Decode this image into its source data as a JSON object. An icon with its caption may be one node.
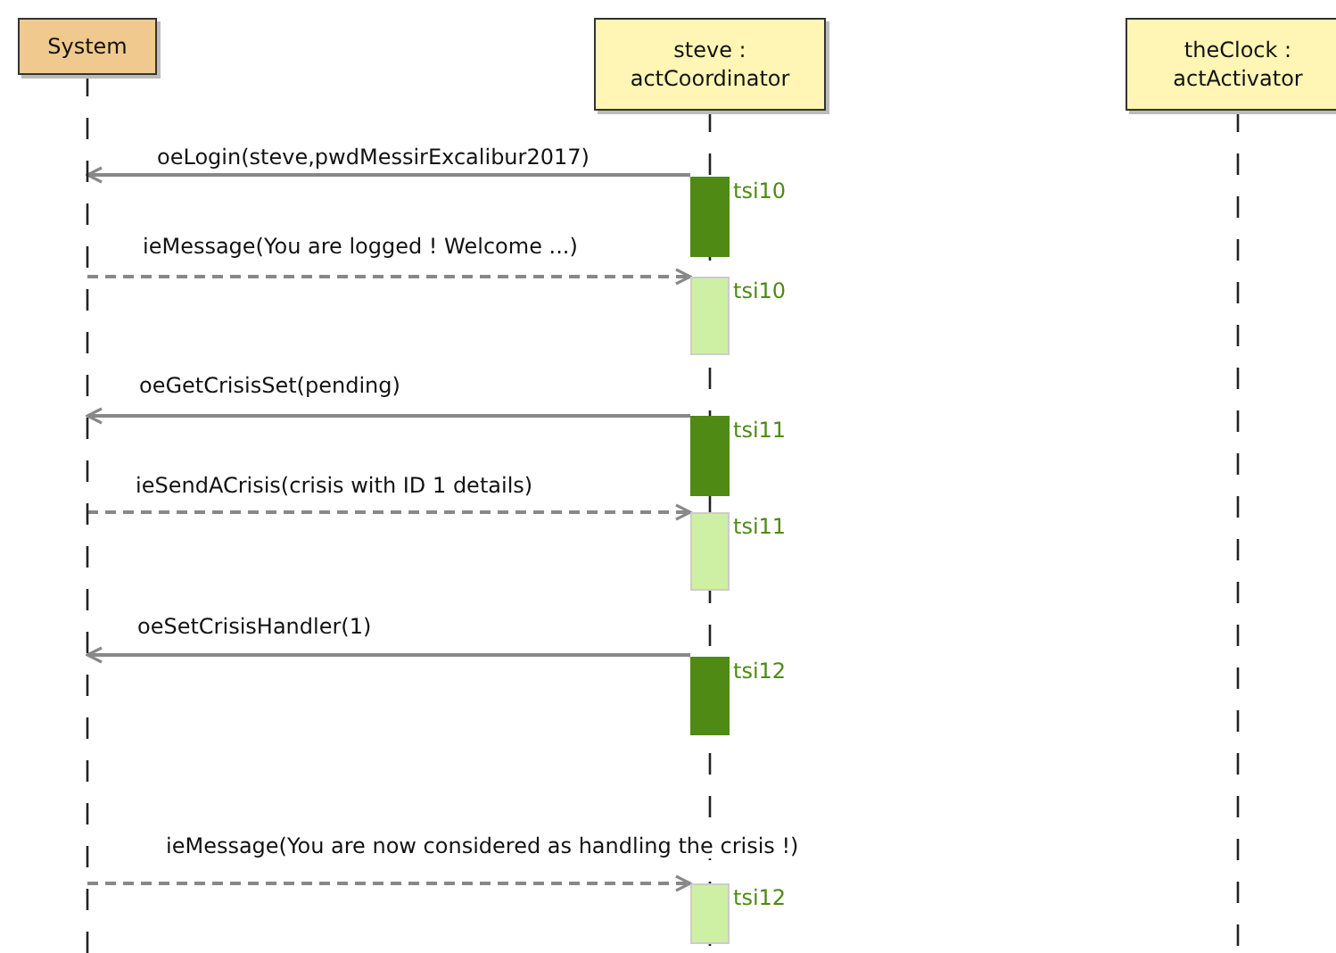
{
  "diagram": {
    "nodes": [
      {
        "text": [
          "System"
        ]
      },
      {
        "text": [
          "steve : actCoordinator"
        ]
      },
      {
        "text": [
          "theClock : actActivator"
        ]
      },
      {
        "text": [],
        "shape": "bar",
        "beside": [
          "tsi10"
        ],
        "in": 1
      },
      {
        "text": [],
        "shape": "bar",
        "beside": [
          "tsi10"
        ],
        "in": 1
      },
      {
        "text": [],
        "shape": "bar",
        "beside": [
          "tsi11"
        ],
        "in": 1
      },
      {
        "text": [],
        "shape": "bar",
        "beside": [
          "tsi11"
        ],
        "in": 1
      },
      {
        "text": [],
        "shape": "bar",
        "beside": [
          "tsi12"
        ],
        "in": 1
      },
      {
        "text": [],
        "shape": "bar",
        "beside": [
          "tsi12"
        ],
        "in": 1
      }
    ],
    "edges": [
      {
        "from": 3,
        "to": 0,
        "arrow": "to",
        "label": "oeLogin(steve,pwdMessirExcalibur2017)"
      },
      {
        "from": 0,
        "to": 4,
        "arrow": "to",
        "style": "dashed",
        "label": "ieMessage(You are logged ! Welcome ...)"
      },
      {
        "from": 5,
        "to": 0,
        "arrow": "to",
        "label": "oeGetCrisisSet(pending)"
      },
      {
        "from": 0,
        "to": 6,
        "arrow": "to",
        "style": "dashed",
        "label": "ieSendACrisis(crisis with ID 1 details)"
      },
      {
        "from": 7,
        "to": 0,
        "arrow": "to",
        "label": "oeSetCrisisHandler(1)"
      },
      {
        "from": 0,
        "to": 8,
        "arrow": "to",
        "style": "dashed",
        "label": "ieMessage(You are now considered as handling the crisis !)"
      }
    ]
  }
}
